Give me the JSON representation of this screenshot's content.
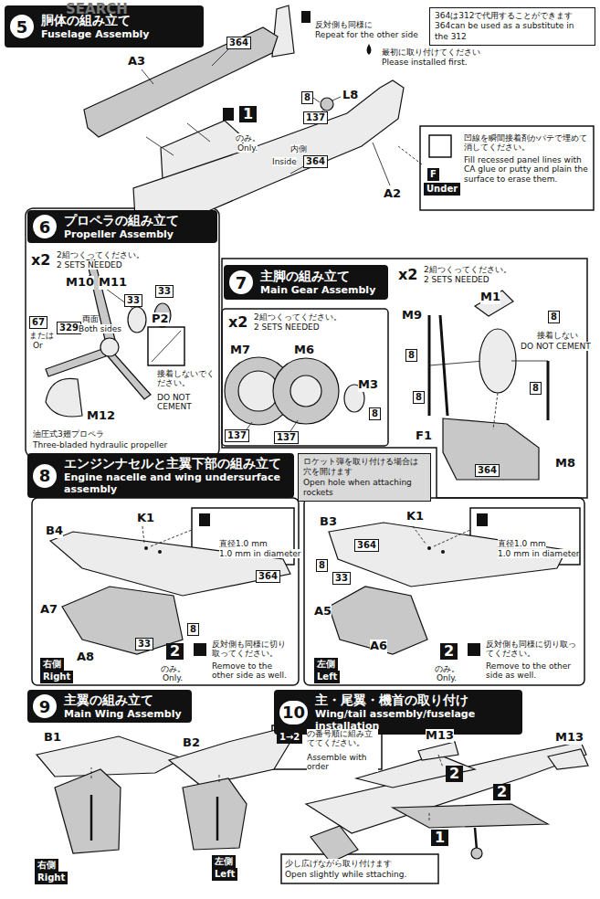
{
  "diagram": {
    "nodes": [
      {
        "text": [
          "5",
          "胴体の組み立て",
          "Fuselage Assembly"
        ]
      },
      {
        "text": [
          "364は312で代用することができます",
          "364can be used as a substitute in the 312"
        ]
      },
      {
        "text": [
          "6",
          "プロペラの組み立て",
          "Propeller Assembly"
        ]
      },
      {
        "text": [
          "7",
          "主脚の組み立て",
          "Main Gear Assembly"
        ]
      },
      {
        "text": [
          "8",
          "エンジンナセルと主翼下部の組み立て",
          "Engine nacelle and wing undersurface assembly"
        ]
      },
      {
        "text": [
          "ロケット弾を取り付ける場合は穴を開けます",
          "Open hole when attaching rockets"
        ]
      },
      {
        "text": [
          "9",
          "主翼の組み立て",
          "Main Wing Assembly"
        ]
      },
      {
        "text": [
          "10",
          "主・尾翼・機首の取り付け",
          "Wing/tail assembly/fuselage installation"
        ]
      }
    ],
    "labels": [
      "SEARCH",
      "A3",
      "364",
      "反対側も同様に",
      "Repeat for the other side",
      "最初に取り付けてください",
      "Please installed first.",
      "8",
      "L8",
      "137",
      "1",
      "のみ。",
      "Only.",
      "内側",
      "Inside",
      "364",
      "A2",
      "凹線を瞬間接着剤かパテで埋めて消してください。",
      "Fill recessed panel lines with CA glue or putty and plain the surface to erase them.",
      "F",
      "Under",
      "x2",
      "2組つくってください。",
      "2 SETS NEEDED",
      "M10",
      "M11",
      "33",
      "33",
      "67",
      "または",
      "Or",
      "329",
      "両面",
      "Both sides",
      "P2",
      "接着しないでください。",
      "DO NOT CEMENT",
      "M12",
      "油圧式3翅プロペラ",
      "Three-bladed hydraulic propeller",
      "x2",
      "2組つくってください。",
      "2 SETS NEEDED",
      "M7",
      "M6",
      "M3",
      "137",
      "137",
      "8",
      "x2",
      "2組つくってください。",
      "2 SETS NEEDED",
      "M1",
      "M9",
      "8",
      "接着しない",
      "DO NOT CEMENT",
      "8",
      "8",
      "8",
      "F1",
      "364",
      "M8",
      "K1",
      "直径1.0 mm",
      "1.0 mm in diameter",
      "B4",
      "364",
      "A7",
      "33",
      "8",
      "A8",
      "右側",
      "Right",
      "2",
      "のみ。",
      "Only.",
      "反対側も同様に切り取ってください。",
      "Remove to the other side as well.",
      "B3",
      "K1",
      "364",
      "8",
      "33",
      "直径1.0 mm",
      "1.0 mm in diameter",
      "A5",
      "A6",
      "左側",
      "Left",
      "2",
      "のみ。",
      "Only.",
      "反対側も同様に切り取ってください。",
      "Remove to the other side as well.",
      "B1",
      "B2",
      "右側",
      "Right",
      "左側",
      "Left",
      "1→2",
      "の番号順に組み立ててください。",
      "Assemble with order",
      "M13",
      "M13",
      "2",
      "2",
      "1",
      "少し広げながら取り付けます",
      "Open slightly while sttaching."
    ]
  }
}
